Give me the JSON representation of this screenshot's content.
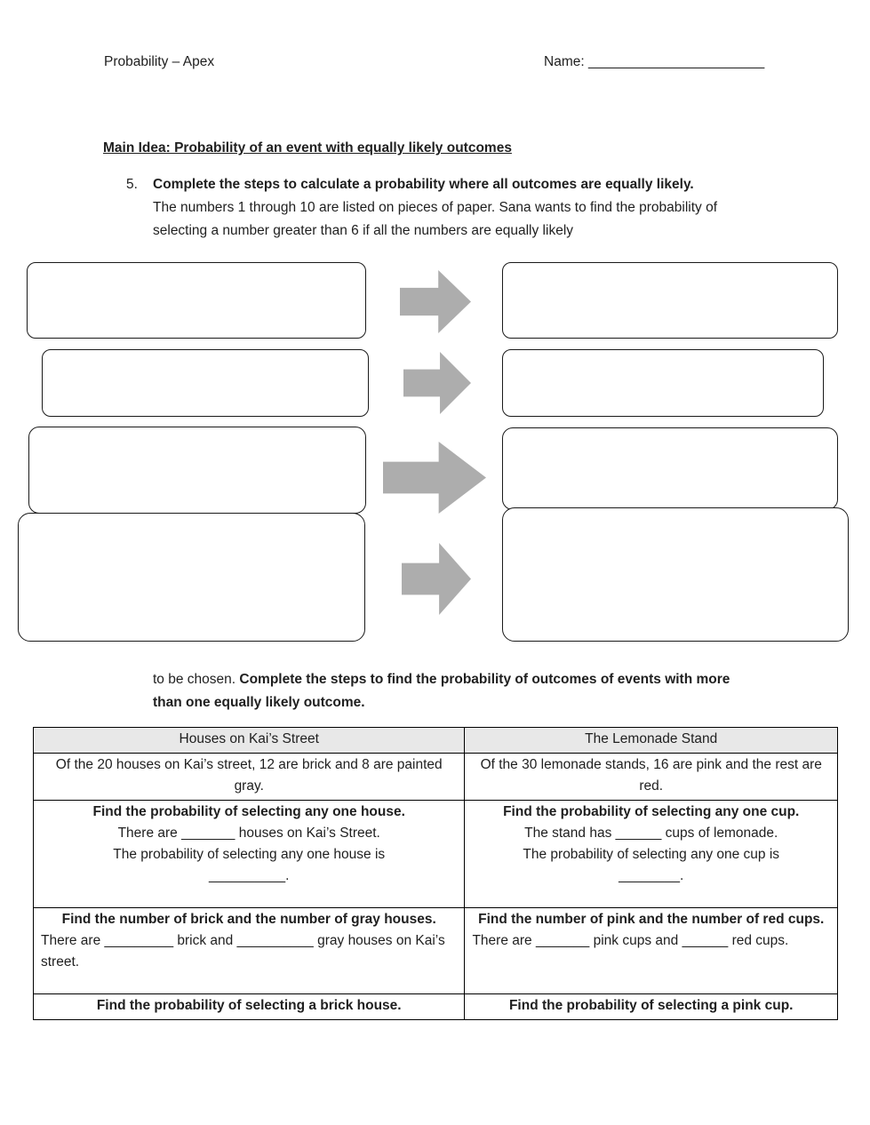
{
  "header": {
    "doc_title": "Probability – Apex",
    "name_label": "Name:",
    "name_line": "_______________________"
  },
  "main_idea": "Main Idea: Probability of an event with equally likely outcomes",
  "question": {
    "number": "5.",
    "prompt": "Complete the steps to calculate a probability where all outcomes are equally likely.",
    "body": "The numbers 1 through 10 are listed on pieces of paper. Sana wants to find the probability of selecting a number greater than 6 if all the numbers are equally likely",
    "continuation_plain": "to be chosen. ",
    "continuation_bold": "Complete the steps to find the probability of outcomes of events with more than one equally likely outcome."
  },
  "diagram": {
    "description": "Four empty answer boxes on the left, each pointing with a gray block arrow to an empty answer box on the right",
    "arrow_color": "#adadad",
    "box_count": 8,
    "arrow_count": 4
  },
  "colors": {
    "table_header_bg": "#e8e8e8",
    "arrow_gray": "#adadad",
    "text": "#1f1f1f"
  },
  "table": {
    "col1": {
      "header": "Houses on Kai’s Street",
      "intro": "Of the 20 houses on Kai’s street, 12 are brick and 8 are painted gray.",
      "step1_title": "Find the probability of selecting any one house.",
      "step1_line1": "There are _______ houses on Kai’s Street.",
      "step1_line2": "The probability of selecting any one house is",
      "step1_line3": "__________.",
      "step2_title": "Find the number of brick and the number of gray houses.",
      "step2_body": "There are _________ brick and __________ gray houses on Kai’s street.",
      "step3_title": "Find the probability of selecting a brick house."
    },
    "col2": {
      "header": "The Lemonade Stand",
      "intro": "Of the 30 lemonade stands, 16 are pink and the rest are red.",
      "step1_title": "Find the probability of selecting any one cup.",
      "step1_line1": "The stand has ______ cups of lemonade.",
      "step1_line2": "The probability of selecting any one cup is",
      "step1_line3": "________.",
      "step2_title": "Find the number of pink and the number of red cups.",
      "step2_body": "There are _______ pink cups and ______ red cups.",
      "step3_title": "Find the probability of selecting a pink cup."
    }
  }
}
